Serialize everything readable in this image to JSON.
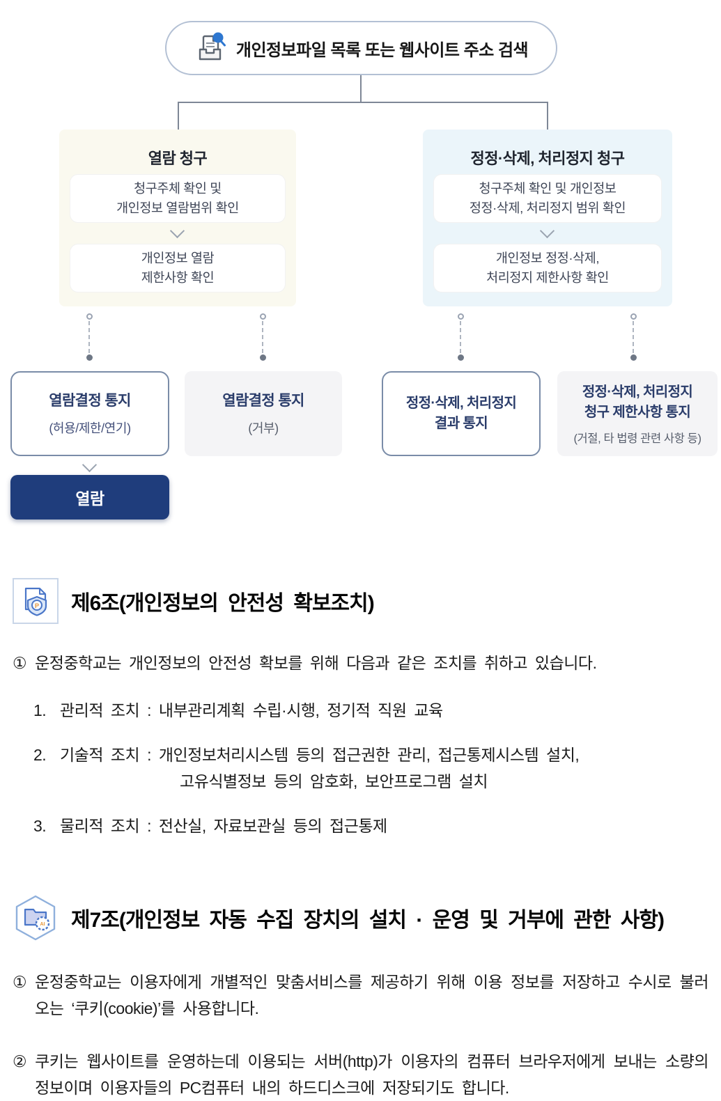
{
  "colors": {
    "navy": "#1f3d7c",
    "panel-cream": "#faf9ef",
    "panel-blue": "#ebf5fa",
    "outline-blue": "#7a8ca8",
    "icon-blue": "#2e77d0"
  },
  "flowchart": {
    "search_label": "개인정보파일 목록 또는 웹사이트 주소 검색",
    "left_panel": {
      "title": "열람 청구",
      "step1": "청구주체 확인 및\n개인정보 열람범위 확인",
      "step2": "개인정보 열람\n제한사항 확인"
    },
    "right_panel": {
      "title": "정정·삭제, 처리정지 청구",
      "step1": "청구주체 확인 및 개인정보\n정정·삭제, 처리정지 범위 확인",
      "step2": "개인정보 정정·삭제,\n처리정지 제한사항 확인"
    },
    "outcomes": [
      {
        "title": "열람결정 통지",
        "subtitle": "(허용/제한/연기)"
      },
      {
        "title": "열람결정 통지",
        "subtitle": "(거부)"
      },
      {
        "title": "정정·삭제, 처리정지\n결과 통지",
        "subtitle": ""
      },
      {
        "title": "정정·삭제, 처리정지\n청구 제한사항 통지",
        "subtitle": "(거절, 타 법령 관련 사항 등)"
      }
    ],
    "view_button": "열람"
  },
  "sections": {
    "s6": {
      "heading": "제6조(개인정보의 안전성 확보조치)",
      "p1_marker": "①",
      "p1": "운정중학교는 개인정보의 안전성 확보를 위해 다음과 같은 조치를 취하고 있습니다.",
      "items": [
        {
          "num": "1.",
          "line1": "관리적 조치 : 내부관리계획 수립·시행, 정기적 직원 교육",
          "line2": ""
        },
        {
          "num": "2.",
          "line1": "기술적 조치 : 개인정보처리시스템 등의 접근권한 관리, 접근통제시스템 설치,",
          "line2": "고유식별정보 등의 암호화, 보안프로그램 설치"
        },
        {
          "num": "3.",
          "line1": "물리적 조치 : 전산실, 자료보관실 등의 접근통제",
          "line2": ""
        }
      ]
    },
    "s7": {
      "heading": "제7조(개인정보 자동 수집 장치의 설치 · 운영 및 거부에 관한 사항)",
      "p1_marker": "①",
      "p1": "운정중학교는 이용자에게 개별적인 맞춤서비스를 제공하기 위해 이용 정보를 저장하고 수시로 불러오는 ‘쿠키(cookie)’를 사용합니다.",
      "p2_marker": "②",
      "p2": "쿠키는 웹사이트를 운영하는데 이용되는 서버(http)가 이용자의 컴퓨터 브라우저에게 보내는 소량의 정보이며 이용자들의 PC컴퓨터 내의 하드디스크에 저장되기도 합니다."
    }
  }
}
